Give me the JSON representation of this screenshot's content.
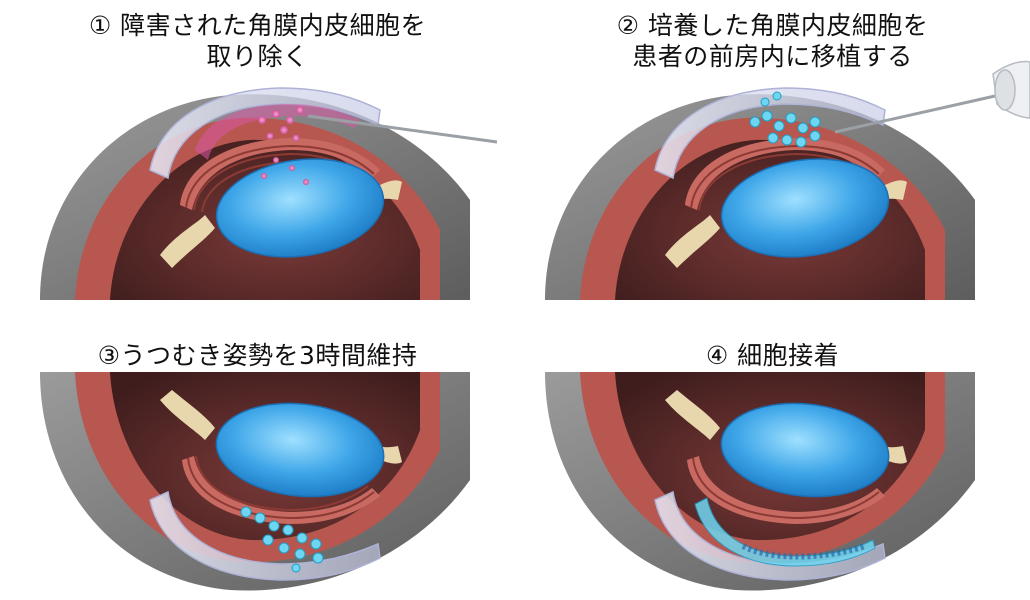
{
  "panels": [
    {
      "lines": [
        "① 障害された角膜内皮細胞を",
        "取り除く"
      ]
    },
    {
      "lines": [
        "② 培養した角膜内皮細胞を",
        "患者の前房内に移植する"
      ]
    },
    {
      "lines": [
        "③うつむき姿勢を3時間維持"
      ]
    },
    {
      "lines": [
        "④ 細胞接着"
      ]
    }
  ],
  "colors": {
    "sclera": "#8c8c8c",
    "choroid": "#b8574f",
    "interior": "#5e2b2b",
    "lens": "#3ea6e8",
    "zonule": "#e8d6ad",
    "cornea": "#c9cde6",
    "damaged_cells": "#e25aa6",
    "cultured_cells": "#6fd6f2"
  }
}
